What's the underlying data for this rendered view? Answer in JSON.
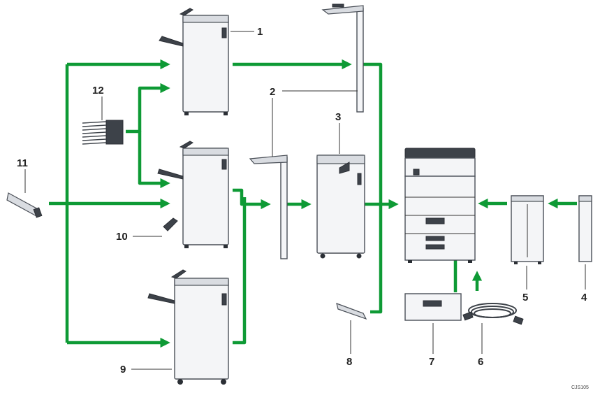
{
  "colors": {
    "flow": "#0e9a35",
    "unit_fill": "#f4f5f7",
    "unit_stroke": "#4a4f57",
    "dark": "#3d4249"
  },
  "callouts": {
    "c1": "1",
    "c2": "2",
    "c3": "3",
    "c4": "4",
    "c5": "5",
    "c6": "6",
    "c7": "7",
    "c8": "8",
    "c9": "9",
    "c10": "10",
    "c11": "11",
    "c12": "12"
  },
  "figure_code": "CJS105"
}
